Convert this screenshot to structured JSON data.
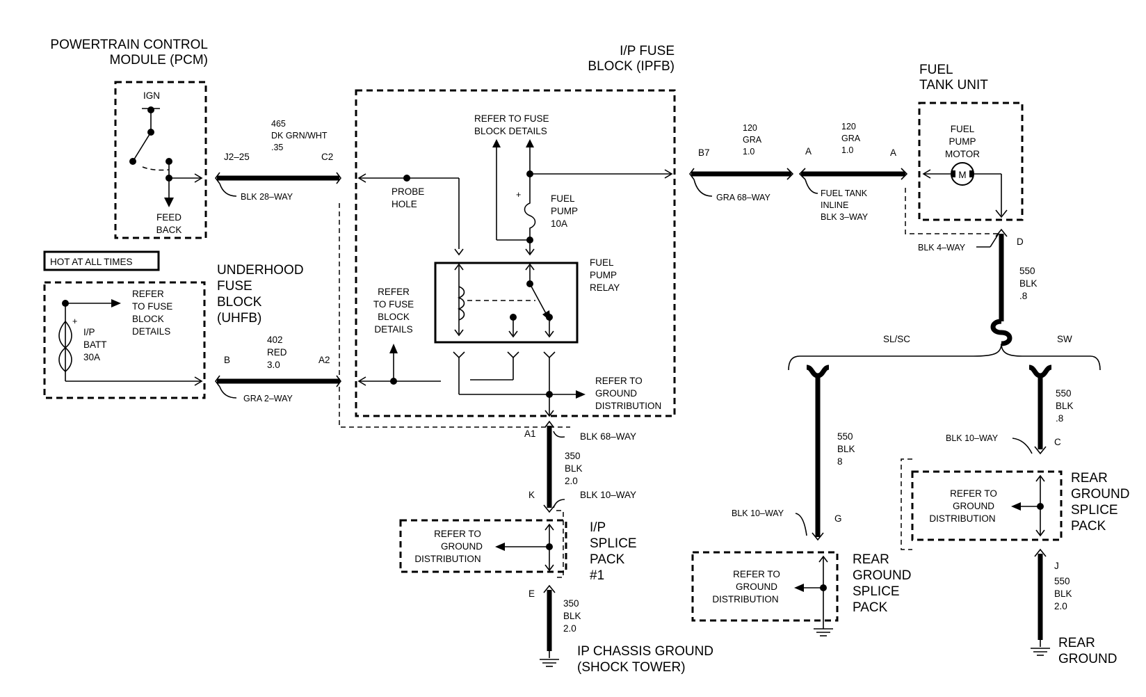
{
  "pcm": {
    "title_1": "POWERTRAIN CONTROL",
    "title_2": "MODULE (PCM)",
    "ign": "IGN",
    "feed_1": "FEED",
    "feed_2": "BACK",
    "pin": "J2–25",
    "connector": "BLK 28–WAY"
  },
  "wire_465": {
    "num": "465",
    "color": "DK GRN/WHT",
    "size": ".35",
    "pin_out": "C2"
  },
  "uhfb": {
    "title_1": "UNDERHOOD",
    "title_2": "FUSE",
    "title_3": "BLOCK",
    "title_4": "(UHFB)",
    "hot_label": "HOT AT ALL TIMES",
    "refer_1": "REFER",
    "refer_2": "TO FUSE",
    "refer_3": "BLOCK",
    "refer_4": "DETAILS",
    "fuse_1": "I/P",
    "fuse_2": "BATT",
    "fuse_3": "30A",
    "pin": "B",
    "connector": "GRA 2–WAY"
  },
  "wire_402": {
    "num": "402",
    "color": "RED",
    "size": "3.0",
    "pin_out": "A2"
  },
  "ipfb": {
    "title_1": "I/P FUSE",
    "title_2": "BLOCK (IPFB)",
    "refer_top_1": "REFER TO FUSE",
    "refer_top_2": "BLOCK DETAILS",
    "probe_1": "PROBE",
    "probe_2": "HOLE",
    "fuse_1": "FUEL",
    "fuse_2": "PUMP",
    "fuse_3": "10A",
    "relay_1": "FUEL",
    "relay_2": "PUMP",
    "relay_3": "RELAY",
    "refer_left_1": "REFER",
    "refer_left_2": "TO FUSE",
    "refer_left_3": "BLOCK",
    "refer_left_4": "DETAILS",
    "ground_1": "REFER TO",
    "ground_2": "GROUND",
    "ground_3": "DISTRIBUTION",
    "pin_b7": "B7",
    "connector": "GRA 68–WAY"
  },
  "wire_120a": {
    "num": "120",
    "color": "GRA",
    "size": "1.0"
  },
  "wire_120b": {
    "num": "120",
    "color": "GRA",
    "size": "1.0"
  },
  "inline": {
    "pin_a1": "A",
    "pin_a2": "A",
    "label_1": "FUEL TANK",
    "label_2": "INLINE",
    "label_3": "BLK 3–WAY"
  },
  "tank": {
    "title_1": "FUEL",
    "title_2": "TANK UNIT",
    "motor_1": "FUEL",
    "motor_2": "PUMP",
    "motor_3": "MOTOR",
    "motor_symbol": "M",
    "connector": "BLK 4–WAY",
    "pin_d": "D"
  },
  "wire_550_main": {
    "num": "550",
    "color": "BLK",
    "size": ".8"
  },
  "branch": {
    "left": "SL/SC",
    "right": "SW"
  },
  "wire_550_left": {
    "num": "550",
    "color": "BLK",
    "size": "8"
  },
  "wire_550_right": {
    "num": "550",
    "color": "BLK",
    "size": ".8"
  },
  "rgsp_left": {
    "connector": "BLK 10–WAY",
    "pin": "G",
    "refer_1": "REFER TO",
    "refer_2": "GROUND",
    "refer_3": "DISTRIBUTION",
    "title_1": "REAR",
    "title_2": "GROUND",
    "title_3": "SPLICE",
    "title_4": "PACK"
  },
  "rgsp_right": {
    "connector": "BLK 10–WAY",
    "pin": "C",
    "pin_out": "J",
    "refer_1": "REFER TO",
    "refer_2": "GROUND",
    "refer_3": "DISTRIBUTION",
    "title_1": "REAR",
    "title_2": "GROUND",
    "title_3": "SPLICE",
    "title_4": "PACK"
  },
  "wire_550_rear": {
    "num": "550",
    "color": "BLK",
    "size": "2.0"
  },
  "rear_ground": {
    "title_1": "REAR",
    "title_2": "GROUND"
  },
  "ipfb_out": {
    "pin": "A1",
    "connector": "BLK 68–WAY"
  },
  "wire_350a": {
    "num": "350",
    "color": "BLK",
    "size": "2.0"
  },
  "ipsp": {
    "pin": "K",
    "connector": "BLK 10–WAY",
    "refer_1": "REFER TO",
    "refer_2": "GROUND",
    "refer_3": "DISTRIBUTION",
    "title_1": "I/P",
    "title_2": "SPLICE",
    "title_3": "PACK",
    "title_4": "#1",
    "pin_out": "E"
  },
  "wire_350b": {
    "num": "350",
    "color": "BLK",
    "size": "2.0"
  },
  "chassis_ground": {
    "title_1": "IP CHASSIS GROUND",
    "title_2": "(SHOCK TOWER)"
  }
}
